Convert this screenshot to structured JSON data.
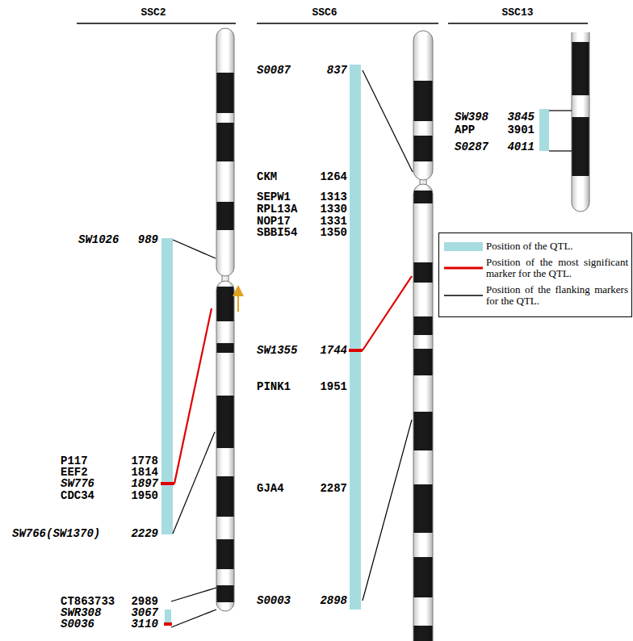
{
  "diagram": {
    "labels": [
      "SSC2",
      "SSC6",
      "SSC13",
      "SW1026",
      "989",
      "P117",
      "1778",
      "EEF2",
      "1814",
      "SW776",
      "1897",
      "CDC34",
      "1950",
      "SW766(SW1370)",
      "2229",
      "CT863733",
      "2989",
      "SWR308",
      "3067",
      "S0036",
      "3110",
      "S0087",
      "837",
      "CKM",
      "1264",
      "SEPW1",
      "1313",
      "RPL13A",
      "1330",
      "NOP17",
      "1331",
      "SBBI54",
      "1350",
      "SW1355",
      "1744",
      "PINK1",
      "1951",
      "GJA4",
      "2287",
      "S0003",
      "2898",
      "SW398",
      "3845",
      "APP",
      "3901",
      "S0287",
      "4011"
    ],
    "legend": [
      {
        "text": "Position of the QTL.",
        "color": "#a6dce0"
      },
      {
        "text": "Position of the most significant marker for the QTL."
      },
      {
        "text": "Position of the flanking markers for the QTL."
      }
    ]
  }
}
